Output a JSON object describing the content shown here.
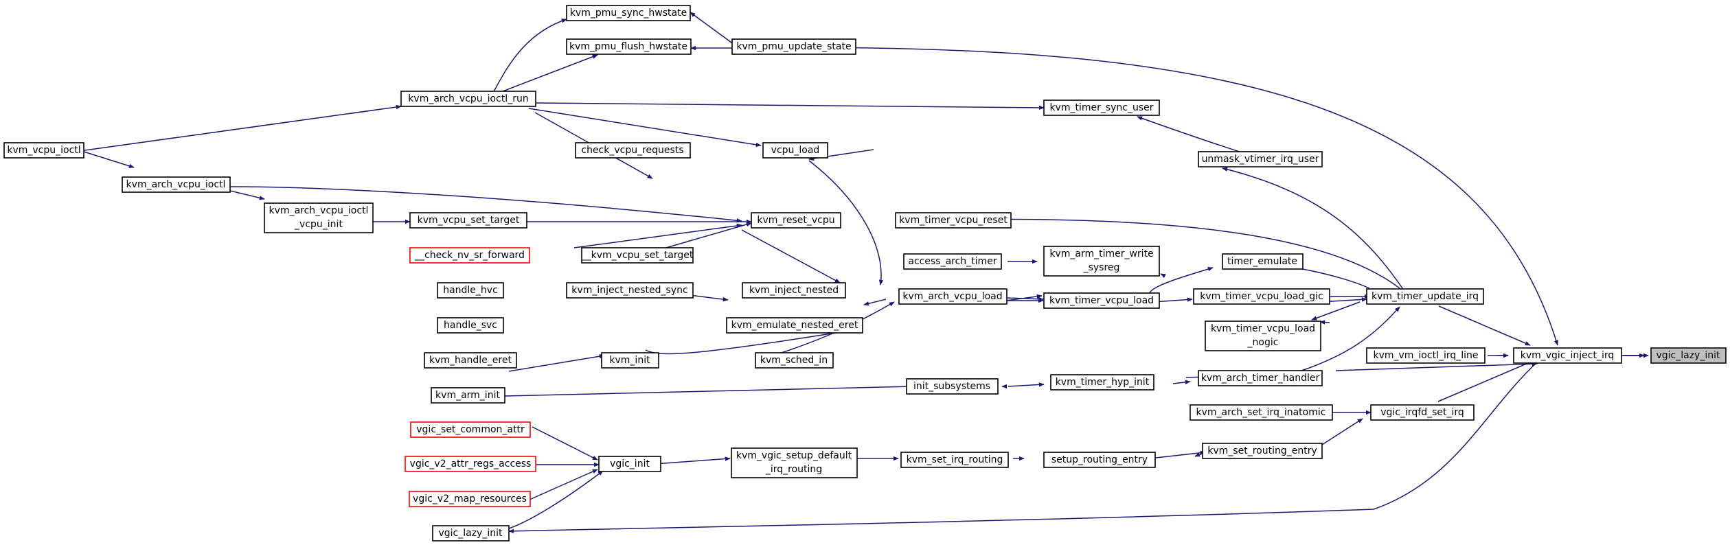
{
  "colors": {
    "edge": "#191970",
    "missing_border": "#ff0000",
    "focus_fill": "#bfbfbf"
  },
  "nodes": {
    "kvm_pmu_sync_hwstate": "kvm_pmu_sync_hwstate",
    "kvm_pmu_flush_hwstate": "kvm_pmu_flush_hwstate",
    "kvm_pmu_update_state": "kvm_pmu_update_state",
    "kvm_arch_vcpu_ioctl_run": "kvm_arch_vcpu_ioctl_run",
    "kvm_timer_sync_user": "kvm_timer_sync_user",
    "kvm_vcpu_ioctl": "kvm_vcpu_ioctl",
    "check_vcpu_requests": "check_vcpu_requests",
    "vcpu_load": "vcpu_load",
    "unmask_vtimer_irq_user": "unmask_vtimer_irq_user",
    "kvm_arch_vcpu_ioctl": "kvm_arch_vcpu_ioctl",
    "kvm_arch_vcpu_ioctl_vcpu_init_1": "kvm_arch_vcpu_ioctl",
    "kvm_arch_vcpu_ioctl_vcpu_init_2": "_vcpu_init",
    "kvm_vcpu_set_target": "kvm_vcpu_set_target",
    "kvm_reset_vcpu": "kvm_reset_vcpu",
    "kvm_timer_vcpu_reset": "kvm_timer_vcpu_reset",
    "check_nv_sr_forward": "__check_nv_sr_forward",
    "kvm_vcpu_set_target2": "__kvm_vcpu_set_target",
    "access_arch_timer": "access_arch_timer",
    "kvm_arm_timer_write_sysreg_1": "kvm_arm_timer_write",
    "kvm_arm_timer_write_sysreg_2": "_sysreg",
    "timer_emulate": "timer_emulate",
    "handle_hvc": "handle_hvc",
    "kvm_inject_nested_sync": "kvm_inject_nested_sync",
    "kvm_inject_nested": "kvm_inject_nested",
    "kvm_arch_vcpu_load": "kvm_arch_vcpu_load",
    "kvm_timer_vcpu_load": "kvm_timer_vcpu_load",
    "kvm_timer_vcpu_load_gic": "kvm_timer_vcpu_load_gic",
    "kvm_timer_update_irq": "kvm_timer_update_irq",
    "handle_svc": "handle_svc",
    "kvm_emulate_nested_eret": "kvm_emulate_nested_eret",
    "kvm_timer_vcpu_load_nogic_1": "kvm_timer_vcpu_load",
    "kvm_timer_vcpu_load_nogic_2": "_nogic",
    "kvm_handle_eret": "kvm_handle_eret",
    "kvm_vm_ioctl_irq_line": "kvm_vm_ioctl_irq_line",
    "kvm_vgic_inject_irq": "kvm_vgic_inject_irq",
    "vgic_lazy_init_target": "vgic_lazy_init",
    "kvm_init": "kvm_init",
    "kvm_sched_in": "kvm_sched_in",
    "kvm_arch_timer_handler": "kvm_arch_timer_handler",
    "kvm_arm_init": "kvm_arm_init",
    "init_subsystems": "init_subsystems",
    "kvm_timer_hyp_init": "kvm_timer_hyp_init",
    "kvm_arch_set_irq_inatomic": "kvm_arch_set_irq_inatomic",
    "vgic_irqfd_set_irq": "vgic_irqfd_set_irq",
    "vgic_set_common_attr": "vgic_set_common_attr",
    "vgic_v2_attr_regs_access": "vgic_v2_attr_regs_access",
    "vgic_init": "vgic_init",
    "kvm_vgic_setup_default_irq_routing_1": "kvm_vgic_setup_default",
    "kvm_vgic_setup_default_irq_routing_2": "_irq_routing",
    "kvm_set_irq_routing": "kvm_set_irq_routing",
    "setup_routing_entry": "setup_routing_entry",
    "kvm_set_routing_entry": "kvm_set_routing_entry",
    "vgic_v2_map_resources": "vgic_v2_map_resources",
    "vgic_lazy_init_caller": "vgic_lazy_init"
  }
}
